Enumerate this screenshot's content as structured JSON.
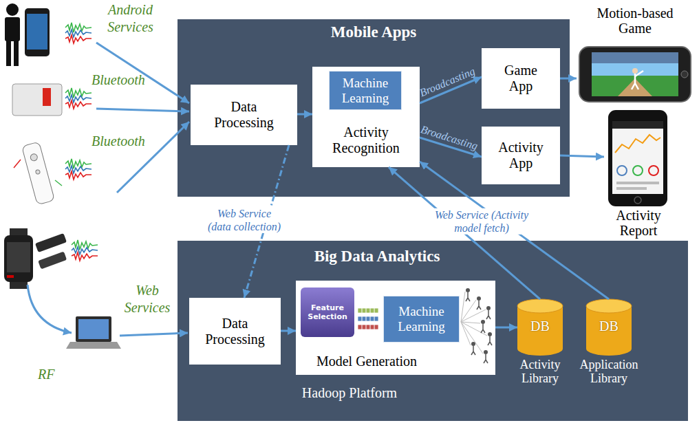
{
  "diagram": {
    "nodes": [
      {
        "text": [
          "Mobile Apps"
        ]
      },
      {
        "text": [
          "Data Processing"
        ],
        "in": 0
      },
      {
        "text": [
          "Activity Recognition"
        ],
        "in": 0
      },
      {
        "text": [
          "Machine Learning"
        ],
        "in": 2
      },
      {
        "text": [
          "Game App"
        ],
        "in": 0
      },
      {
        "text": [
          "Activity App"
        ],
        "in": 0
      },
      {
        "text": [
          "Motion-based Game"
        ]
      },
      {
        "text": [
          "Activity Report"
        ]
      },
      {
        "text": [
          "Big Data Analytics",
          "Hadoop Platform"
        ]
      },
      {
        "text": [
          "Data Processing"
        ],
        "in": 8
      },
      {
        "text": [
          "Model Generation"
        ],
        "in": 8
      },
      {
        "text": [
          "Feature Selection"
        ],
        "in": 10
      },
      {
        "text": [
          "Machine Learning"
        ],
        "in": 10
      },
      {
        "text": [
          "DB",
          "Activity Library"
        ],
        "in": 8
      },
      {
        "text": [
          "DB",
          "Application Library"
        ],
        "in": 8
      }
    ],
    "edges": [
      {
        "from": 1,
        "to": 2,
        "arrow": "to"
      },
      {
        "from": 2,
        "to": 4,
        "label": "Broadcasting",
        "arrow": "to"
      },
      {
        "from": 2,
        "to": 5,
        "label": "Broadcasting",
        "arrow": "to"
      },
      {
        "from": 4,
        "to": 6,
        "arrow": "to"
      },
      {
        "from": 5,
        "to": 7,
        "arrow": "to"
      },
      {
        "from": 1,
        "to": 9,
        "label": "Web Service (data collection)",
        "arrow": "to"
      },
      {
        "from": 9,
        "to": 10,
        "arrow": "to"
      },
      {
        "from": 10,
        "to": 13,
        "arrow": "to"
      },
      {
        "from": 13,
        "to": 2,
        "arrow": "to"
      },
      {
        "from": 14,
        "to": 2,
        "label": "Web Service (Activity model fetch)",
        "arrow": "to"
      }
    ],
    "labels": [
      "Android Services",
      "Bluetooth",
      "Bluetooth",
      "RF",
      "Web Services"
    ]
  }
}
